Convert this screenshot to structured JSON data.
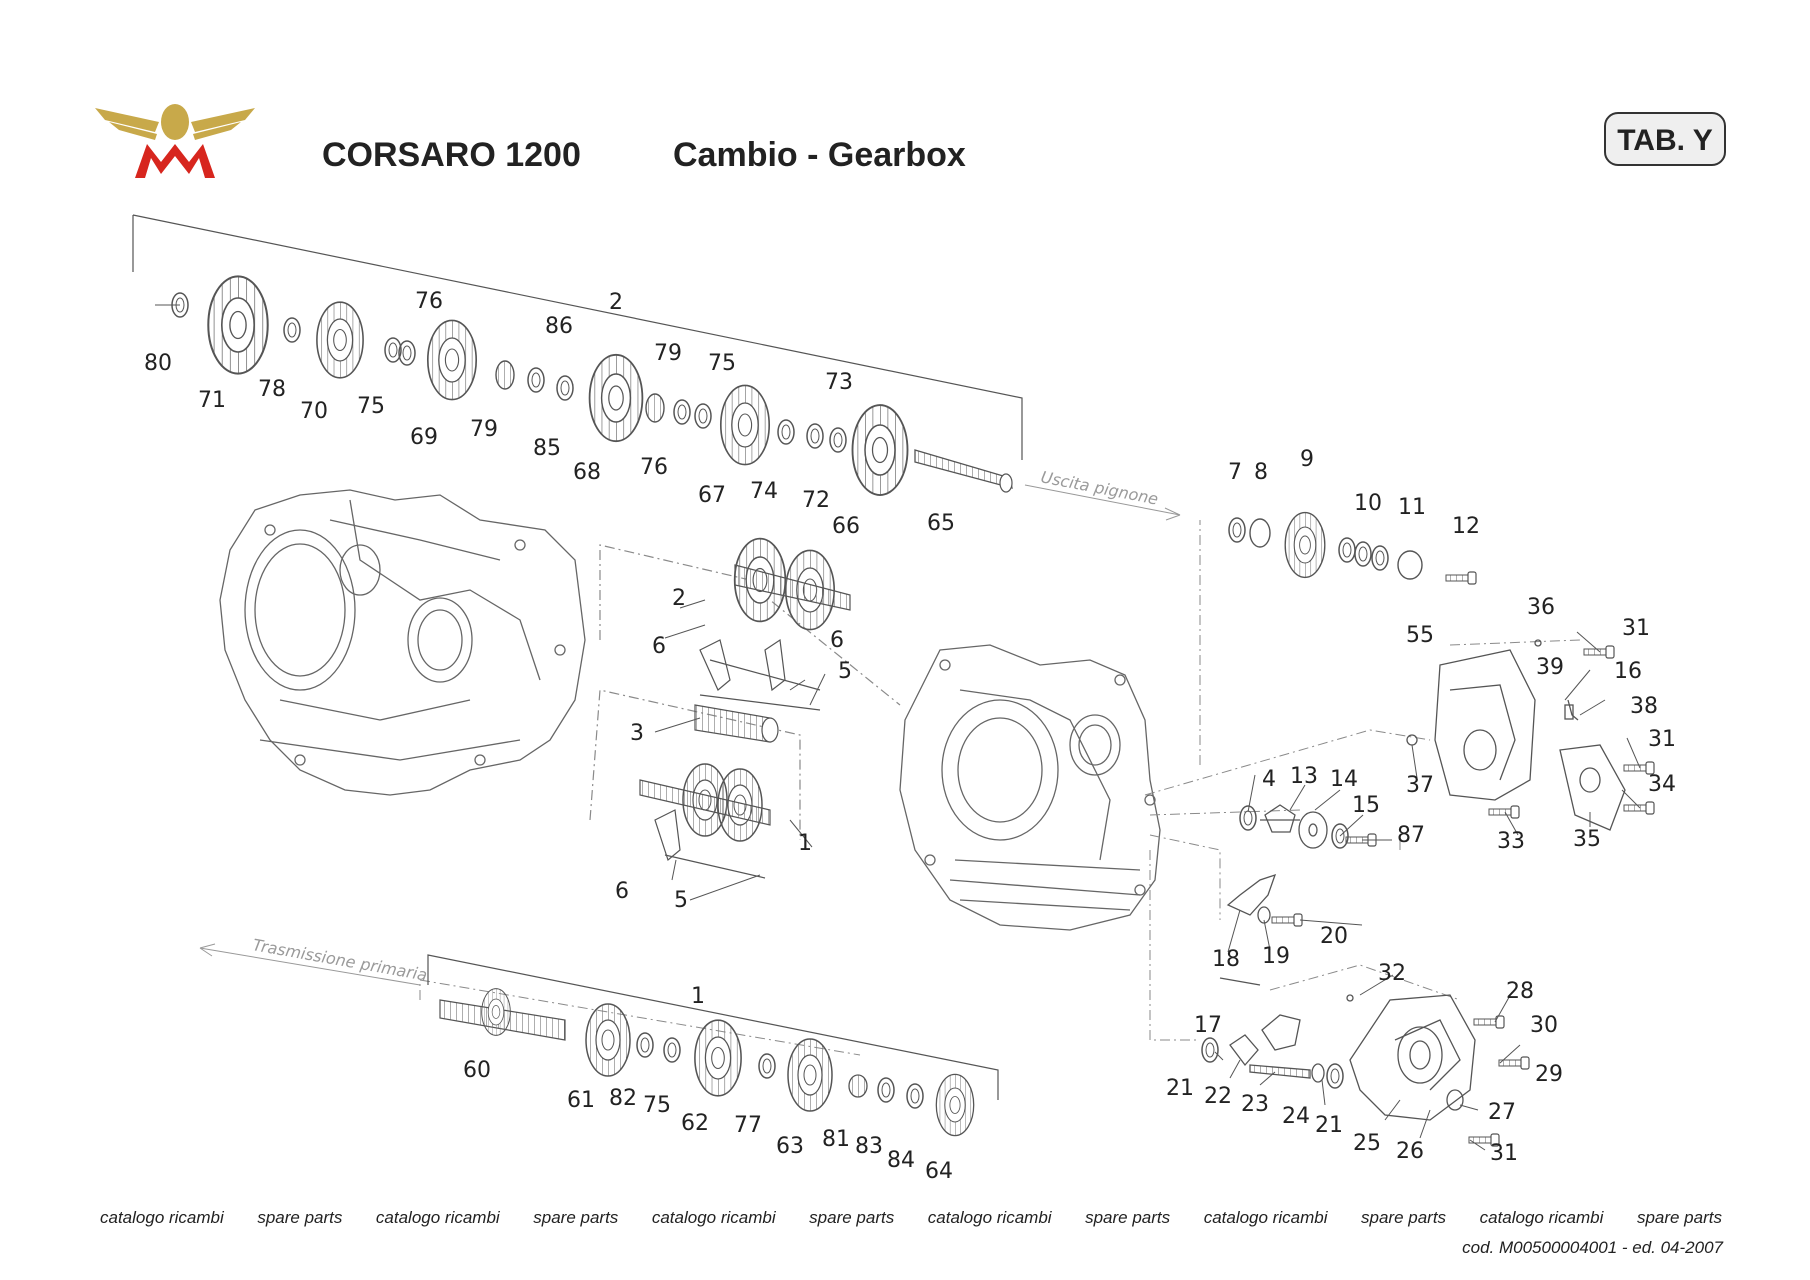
{
  "header": {
    "model": "CORSARO 1200",
    "section": "Cambio - Gearbox",
    "table": "TAB. Y"
  },
  "notes": {
    "output": "Uscita pignone",
    "primary": "Trasmissione primaria"
  },
  "callouts": {
    "c80": "80",
    "c71": "71",
    "c78": "78",
    "c70": "70",
    "c75a": "75",
    "c76a": "76",
    "c69": "69",
    "c79a": "79",
    "c86": "86",
    "c85": "85",
    "c68": "68",
    "c79b": "79",
    "c76b": "76",
    "c75b": "75",
    "c67": "67",
    "c74": "74",
    "c73": "73",
    "c72": "72",
    "c66": "66",
    "c65": "65",
    "c2top": "2",
    "c7": "7",
    "c8": "8",
    "c9": "9",
    "c10": "10",
    "c11": "11",
    "c12": "12",
    "c2mid": "2",
    "c6a": "6",
    "c6b": "6",
    "c5a": "5",
    "c3": "3",
    "c1mid": "1",
    "c6c": "6",
    "c5b": "5",
    "c36": "36",
    "c31a": "31",
    "c55": "55",
    "c39": "39",
    "c16": "16",
    "c38": "38",
    "c31b": "31",
    "c37": "37",
    "c4": "4",
    "c13": "13",
    "c14": "14",
    "c15": "15",
    "c87": "87",
    "c33": "33",
    "c35": "35",
    "c34": "34",
    "c20": "20",
    "c18": "18",
    "c19": "19",
    "c1bot": "1",
    "c32": "32",
    "c28": "28",
    "c17": "17",
    "c30": "30",
    "c29": "29",
    "c21a": "21",
    "c22": "22",
    "c23": "23",
    "c24": "24",
    "c21b": "21",
    "c25": "25",
    "c26": "26",
    "c27": "27",
    "c31c": "31",
    "c60": "60",
    "c61": "61",
    "c82": "82",
    "c75c": "75",
    "c62": "62",
    "c77": "77",
    "c63": "63",
    "c81": "81",
    "c83": "83",
    "c84": "84",
    "c64": "64"
  },
  "footer": {
    "items": [
      "catalogo ricambi",
      "spare parts",
      "catalogo ricambi",
      "spare parts",
      "catalogo ricambi",
      "spare parts",
      "catalogo ricambi",
      "spare parts",
      "catalogo ricambi",
      "spare parts",
      "catalogo ricambi",
      "spare parts"
    ],
    "code": "cod. M00500004001 - ed. 04-2007"
  },
  "colors": {
    "logo_gold": "#c8a94a",
    "logo_red": "#d7261e",
    "line": "#555555",
    "dash": "#8a8a8a"
  }
}
